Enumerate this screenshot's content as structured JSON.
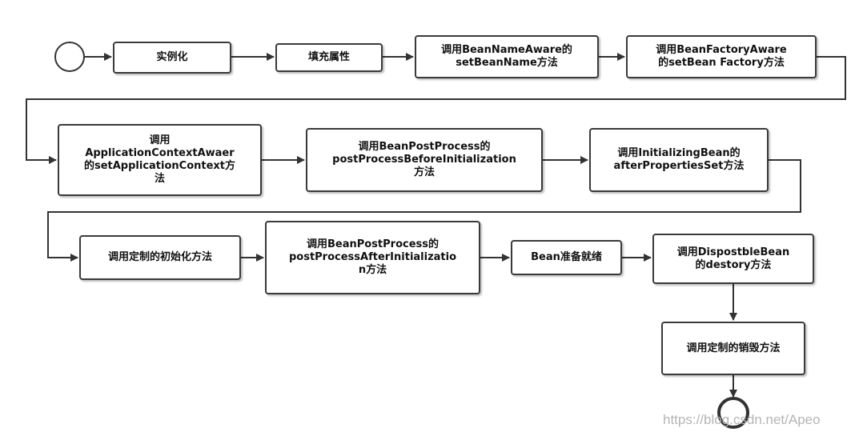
{
  "nodes": {
    "instantiate": "实例化",
    "populate": "填充属性",
    "bean_name_aware": "调用BeanNameAware的\nsetBeanName方法",
    "bean_factory_aware": "调用BeanFactoryAware\n的setBean Factory方法",
    "app_context_aware": "调用\nApplicationContextAwaer\n的setApplicationContext方\n法",
    "post_before": "调用BeanPostProcess的\npostProcessBeforeInitialization\n方法",
    "initializing_bean": "调用InitializingBean的\nafterPropertiesSet方法",
    "custom_init": "调用定制的初始化方法",
    "post_after": "调用BeanPostProcess的\npostProcessAfterInitializatio\nn方法",
    "bean_ready": "Bean准备就绪",
    "disposable_bean": "调用DispostbleBean\n的destory方法",
    "custom_destroy": "调用定制的销毁方法"
  },
  "watermark": "https://blog.csdn.net/Apeo",
  "colors": {
    "stroke": "#3a3a3a",
    "text": "#111111",
    "watermark": "#b5b5b5"
  }
}
